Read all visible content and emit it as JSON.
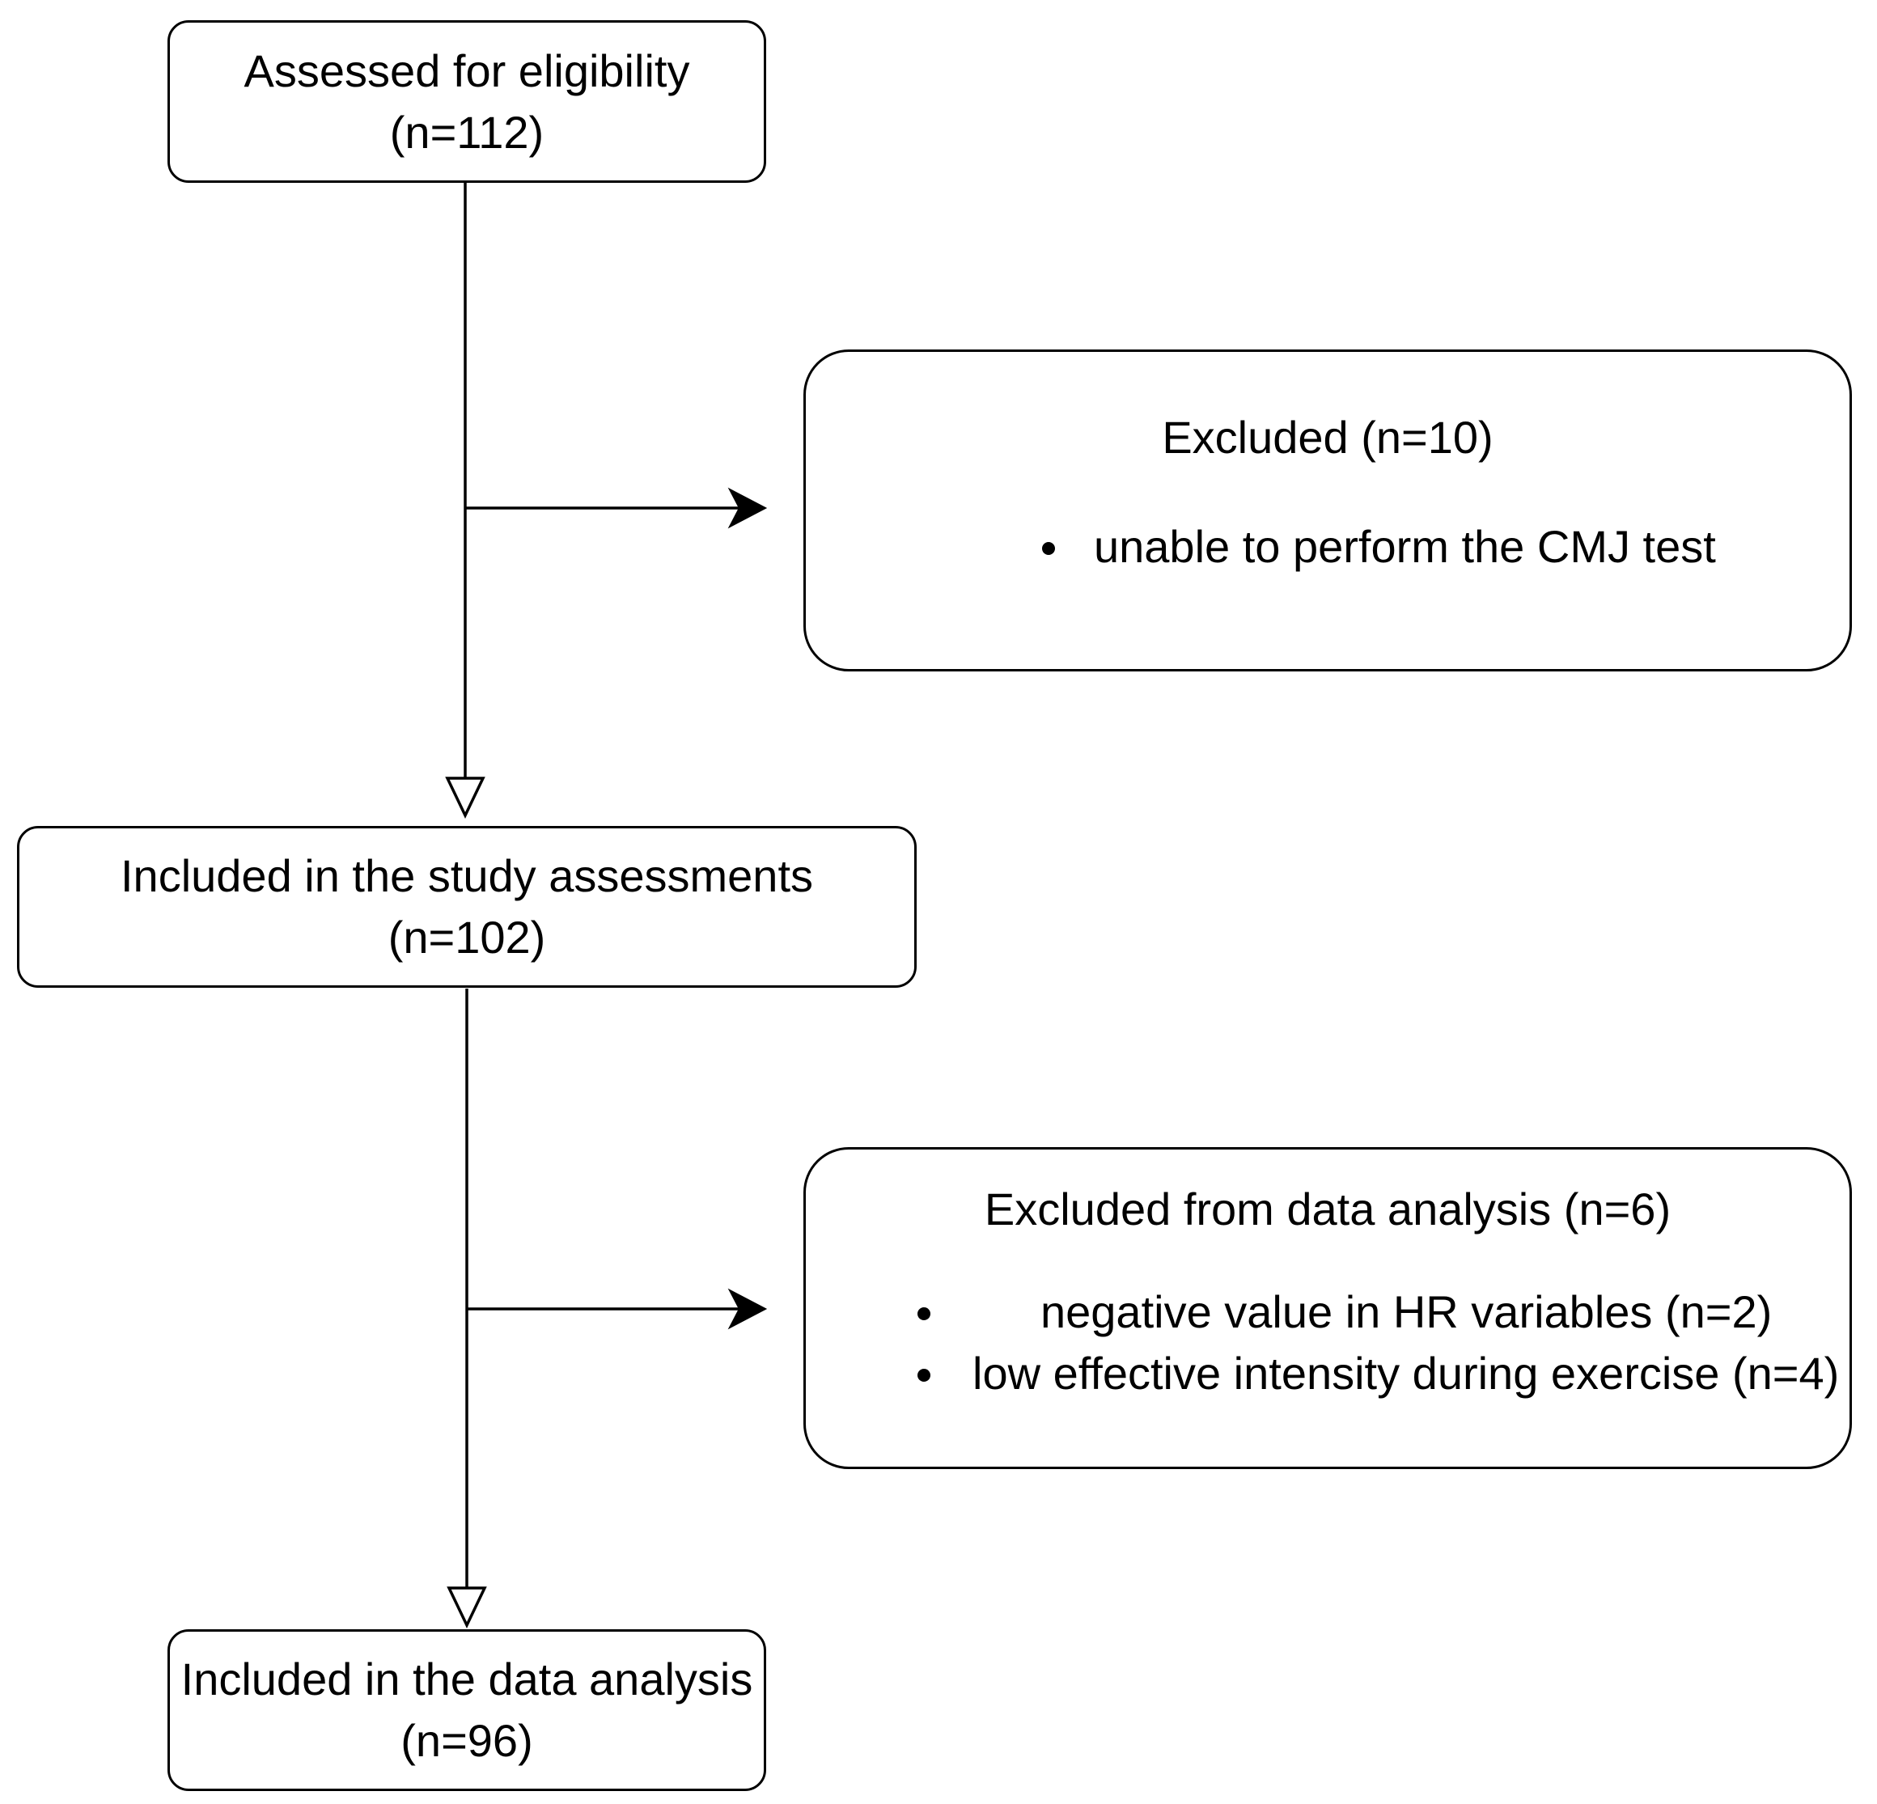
{
  "diagram": {
    "type": "flowchart",
    "colors": {
      "stroke": "#000000",
      "fill": "#ffffff",
      "text": "#000000"
    },
    "boxes": {
      "assessed": {
        "line1": "Assessed for eligibility",
        "line2": "(n=112)"
      },
      "excluded": {
        "title": "Excluded (n=10)",
        "items": [
          "unable to perform the CMJ test"
        ]
      },
      "included_study": {
        "line1": "Included in the study assessments",
        "line2": "(n=102)"
      },
      "excluded_analysis": {
        "title": "Excluded from data analysis (n=6)",
        "items": [
          "negative value in HR variables (n=2)",
          "low effective intensity during exercise (n=4)"
        ]
      },
      "included_analysis": {
        "line1": "Included in the data analysis",
        "line2": "(n=96)"
      }
    },
    "connectors": [
      {
        "from": "assessed",
        "to": "included_study",
        "arrowhead": "hollow-triangle"
      },
      {
        "from": "assessed",
        "to": "excluded",
        "arrowhead": "filled-open-arrow"
      },
      {
        "from": "included_study",
        "to": "included_analysis",
        "arrowhead": "hollow-triangle"
      },
      {
        "from": "included_study",
        "to": "excluded_analysis",
        "arrowhead": "filled-open-arrow"
      }
    ]
  }
}
